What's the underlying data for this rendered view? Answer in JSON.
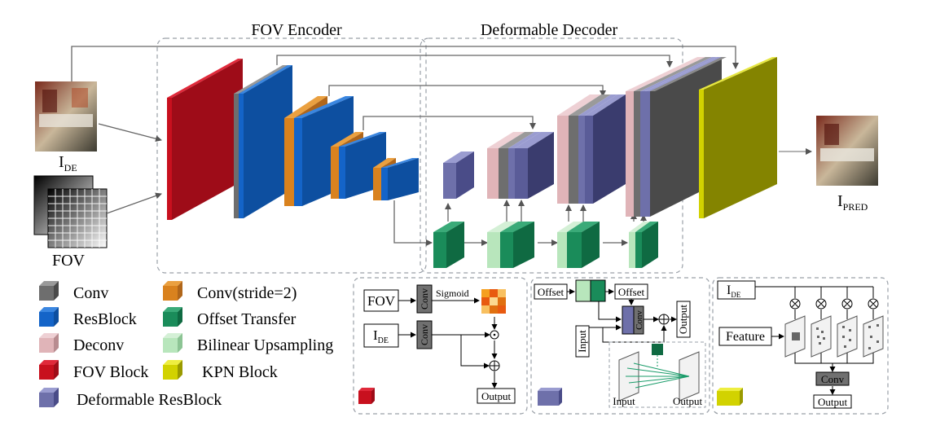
{
  "titles": {
    "encoder": "FOV Encoder",
    "decoder": "Deformable Decoder"
  },
  "inputs": {
    "image_label": "I",
    "image_sub": "DE",
    "fov_label": "FOV",
    "output_label": "I",
    "output_sub": "PRED"
  },
  "legend": [
    {
      "label": "Conv",
      "color": "#6e6e6e"
    },
    {
      "label": "ResBlock",
      "color": "#1464c8"
    },
    {
      "label": "Deconv",
      "color": "#e0b4b8"
    },
    {
      "label": "FOV Block",
      "color": "#c8101e"
    },
    {
      "label": "Deformable ResBlock",
      "color": "#6e70aa"
    },
    {
      "label": "Conv(stride=2)",
      "color": "#d9821e"
    },
    {
      "label": "Offset Transfer",
      "color": "#1a8c5a"
    },
    {
      "label": "Bilinear Upsampling",
      "color": "#b8e6bc"
    },
    {
      "label": "KPN Block",
      "color": "#d2d200"
    }
  ],
  "fov_block_detail": {
    "fov": "FOV",
    "conv1": "Conv",
    "sigmoid": "Sigmoid",
    "ide": "I",
    "ide_sub": "DE",
    "conv2": "Conv",
    "output": "Output"
  },
  "deformable_detail": {
    "offset_in": "Offset",
    "offset_out": "Offset",
    "conv": "Conv",
    "output": "Output",
    "input": "Input",
    "inset_input": "Input",
    "inset_output": "Output"
  },
  "kpn_detail": {
    "ide": "I",
    "ide_sub": "DE",
    "feature": "Feature",
    "conv": "Conv",
    "output": "Output"
  }
}
